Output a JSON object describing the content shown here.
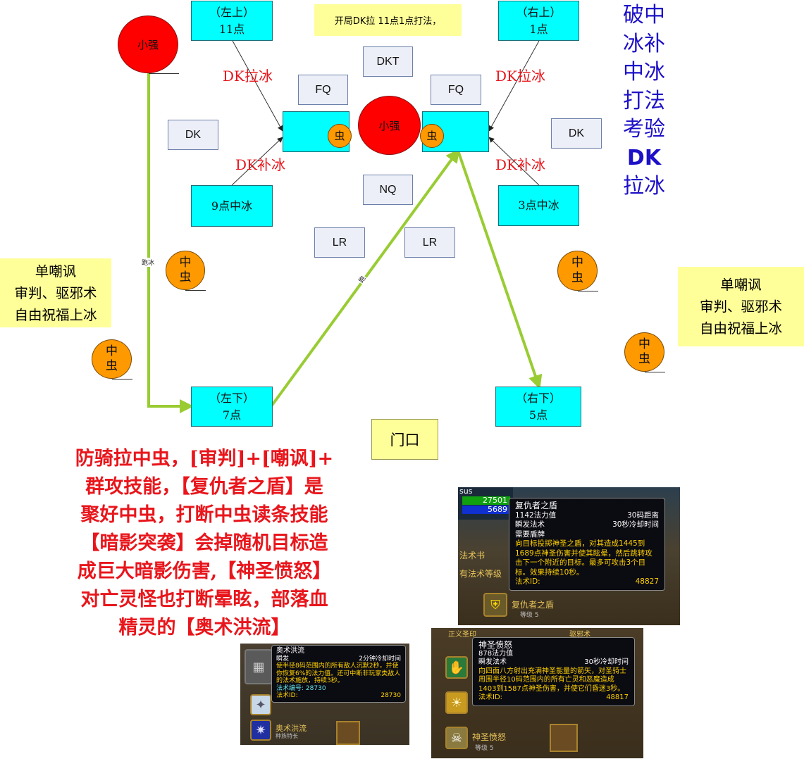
{
  "top_note": "开局DK拉  11点1点打法，",
  "title_lines": [
    "破中",
    "冰补",
    "中冰",
    "打法",
    "考验",
    "DK",
    "拉冰"
  ],
  "positions": {
    "top_left": {
      "line1": "（左上）",
      "line2": "11点"
    },
    "top_right": {
      "line1": "（右上）",
      "line2": "1点"
    },
    "bottom_left": {
      "line1": "（左下）",
      "line2": "7点"
    },
    "bottom_right": {
      "line1": "（右下）",
      "line2": "5点"
    },
    "left_mid": "9点中冰",
    "right_mid": "3点中冰"
  },
  "players": {
    "dkt": "DKT",
    "fq_left": "FQ",
    "fq_right": "FQ",
    "dk_left": "DK",
    "dk_right": "DK",
    "nq": "NQ",
    "lr_left": "LR",
    "lr_right": "LR"
  },
  "boss_label": "小强",
  "boss_center_label": "小强",
  "bug_small": "虫",
  "bug_mid_line1": "中",
  "bug_mid_line2": "虫",
  "red_labels": {
    "dk_pull_left": "DK拉冰",
    "dk_pull_right": "DK拉冰",
    "dk_fill_left": "DK补冰",
    "dk_fill_right": "DK补冰"
  },
  "path_labels": {
    "run_ice": "跑冰",
    "run": "跑"
  },
  "side_notes": {
    "left": [
      "单嘲讽",
      "审判、驱邪术",
      "自由祝福上冰"
    ],
    "right": [
      "单嘲讽",
      "审判、驱邪术",
      "自由祝福上冰"
    ]
  },
  "door": "门口",
  "main_note": [
    "防骑拉中虫，[审判]+[嘲讽]+",
    "群攻技能，【复仇者之盾】是",
    "聚好中虫，打断中虫读条技能",
    "【暗影突袭】会掉随机目标造",
    "成巨大暗影伤害,【神圣愤怒】",
    "对亡灵怪也打断晕眩，部落血",
    "精灵的【奥术洪流】"
  ],
  "tooltip_shield": {
    "unit_frame": {
      "name": "sus",
      "hp": "27501",
      "mana": "5689"
    },
    "side_labels": [
      "法术书",
      "有法术等级"
    ],
    "title": "复仇者之盾",
    "cost": "1142法力值",
    "range": "30码距离",
    "cast": "瞬发法术",
    "cooldown": "30秒冷却时间",
    "requires": "需要盾牌",
    "desc": "向目标投掷神圣之盾，对其造成1445到1689点神圣伤害并使其眩晕，然后跳转攻击下一个附近的目标。最多可攻击3个目标。效果持续10秒。",
    "spell_id_label": "法术ID:",
    "spell_id": "48827",
    "bar_name": "复仇者之盾",
    "bar_rank": "等级 5"
  },
  "tooltip_torrent": {
    "title": "奥术洪流",
    "cast": "瞬发",
    "cooldown": "2分钟冷却时间",
    "desc": "使半径8码范围内的所有敌人沉默2秒，并使你恢复6%的法力值。还可中断非玩家类敌人的法术施放，持续3秒。",
    "spell_number_label": "法术编号:",
    "spell_number": "28730",
    "spell_id_label": "法术ID:",
    "spell_id": "28730",
    "bar_name": "奥术洪流",
    "bar_sub": "种族特长"
  },
  "tooltip_wrath": {
    "top_labels": [
      "正义圣印",
      "驱邪术"
    ],
    "title": "神圣愤怒",
    "cost": "878法力值",
    "cast": "瞬发法术",
    "cooldown": "30秒冷却时间",
    "desc": "向四面八方射出充满神圣能量的箭矢，对圣骑士周围半径10码范围内的所有亡灵和恶魔造成1403到1587点神圣伤害，并使它们昏迷3秒。",
    "spell_id_label": "法术ID:",
    "spell_id": "48817",
    "bar_name": "神圣愤怒",
    "bar_rank": "等级 5"
  },
  "colors": {
    "cyan": "#00ffff",
    "red": "#ff0000",
    "orange": "#ff9900",
    "arrow_green": "#99cc33",
    "title_blue": "#1d10c7",
    "note_red": "#e8161c"
  }
}
